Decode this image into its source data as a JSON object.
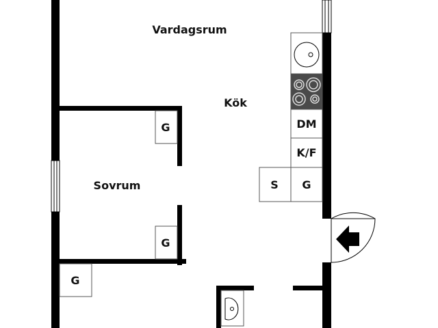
{
  "rooms": {
    "living_room": "Vardagsrum",
    "kitchen": "Kök",
    "bedroom": "Sovrum"
  },
  "fixtures": {
    "wardrobe_bedroom_top": "G",
    "wardrobe_bedroom_bottom": "G",
    "wardrobe_hall": "G",
    "dishwasher": "DM",
    "fridge_freezer": "K/F",
    "hall_storage": "S",
    "hall_wardrobe": "G"
  },
  "colors": {
    "wall": "#000000",
    "fixture_stroke": "#555555",
    "stove": "#4a4a4a",
    "background": "#ffffff"
  },
  "icons": {
    "entrance": "entrance-arrow-icon",
    "sink": "kitchen-sink-icon",
    "stove": "stove-hob-icon",
    "basin": "bathroom-basin-icon"
  }
}
